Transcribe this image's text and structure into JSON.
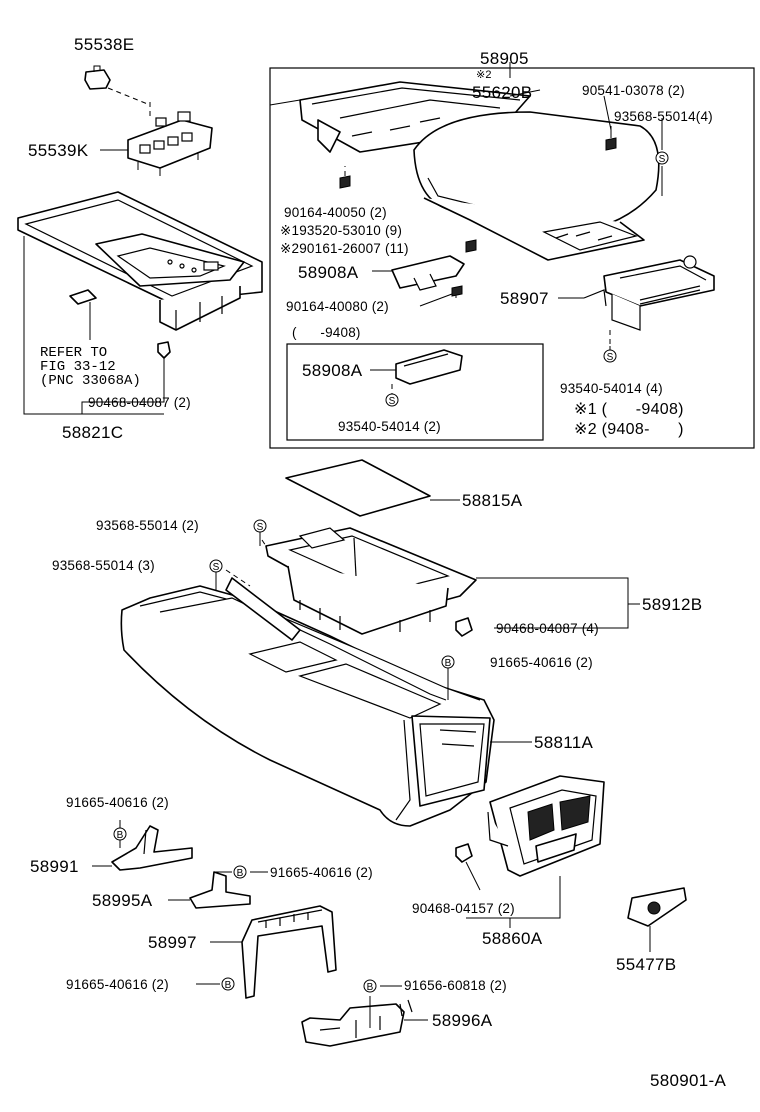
{
  "labels": {
    "p55538E": "55538E",
    "p55539K": "55539K",
    "p58905": "58905",
    "p55620B": "55620B",
    "mark2_top": "※2",
    "p90541": "90541-03078 (2)",
    "p93568_4": "93568-55014(4)",
    "p90164_50": "90164-40050 (2)",
    "p93520": "※193520-53010 (9)",
    "p90161": "※290161-26007 (11)",
    "p58908A_top": "58908A",
    "p90164_80": "90164-40080 (2)",
    "p58907": "58907",
    "range_9408": "(      -9408)",
    "p58908A_box": "58908A",
    "p93540_2": "93540-54014 (2)",
    "p93540_4": "93540-54014 (4)",
    "note1": "※1 (      -9408)",
    "note2": "※2 (9408-      )",
    "refer1": "REFER TO",
    "refer2": "FIG 33-12",
    "refer3": "(PNC 33068A)",
    "p90468_2": "90468-04087 (2)",
    "p58821C": "58821C",
    "p58815A": "58815A",
    "p93568_2": "93568-55014 (2)",
    "p93568_3": "93568-55014 (3)",
    "p58912B": "58912B",
    "p90468_4": "90468-04087 (4)",
    "p91665_a": "91665-40616 (2)",
    "p58811A": "58811A",
    "p91665_b": "91665-40616 (2)",
    "p58991": "58991",
    "p91665_c": "91665-40616 (2)",
    "p58995A": "58995A",
    "p90468_04157": "90468-04157 (2)",
    "p58860A": "58860A",
    "p58997": "58997",
    "p55477B": "55477B",
    "p91665_d": "91665-40616 (2)",
    "p91656": "91656-60818 (2)",
    "p58996A": "58996A",
    "fig_code": "580901-A"
  },
  "symbols": {
    "s": "S",
    "b": "B"
  }
}
